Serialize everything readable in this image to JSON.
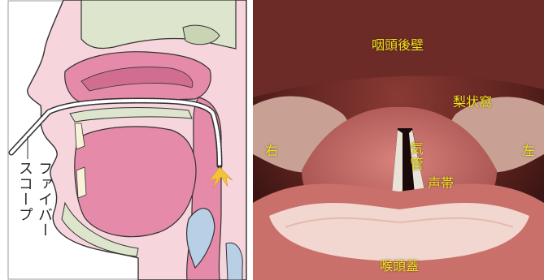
{
  "left": {
    "scope_label_col1": "ファイバー",
    "scope_label_col2": "スコープ"
  },
  "right": {
    "posterior_wall": "咽頭後壁",
    "piriform_sinus": "梨状窩",
    "right_side": "右",
    "left_side": "左",
    "trachea": "気管",
    "vocal_cords": "声帯",
    "epiglottis": "喉頭蓋"
  },
  "colors": {
    "pink": "#e58aa8",
    "light_pink": "#f6d5dc",
    "bone": "#dde6cc",
    "blue": "#b8cfe6",
    "label_yellow": "#f2e21a"
  }
}
